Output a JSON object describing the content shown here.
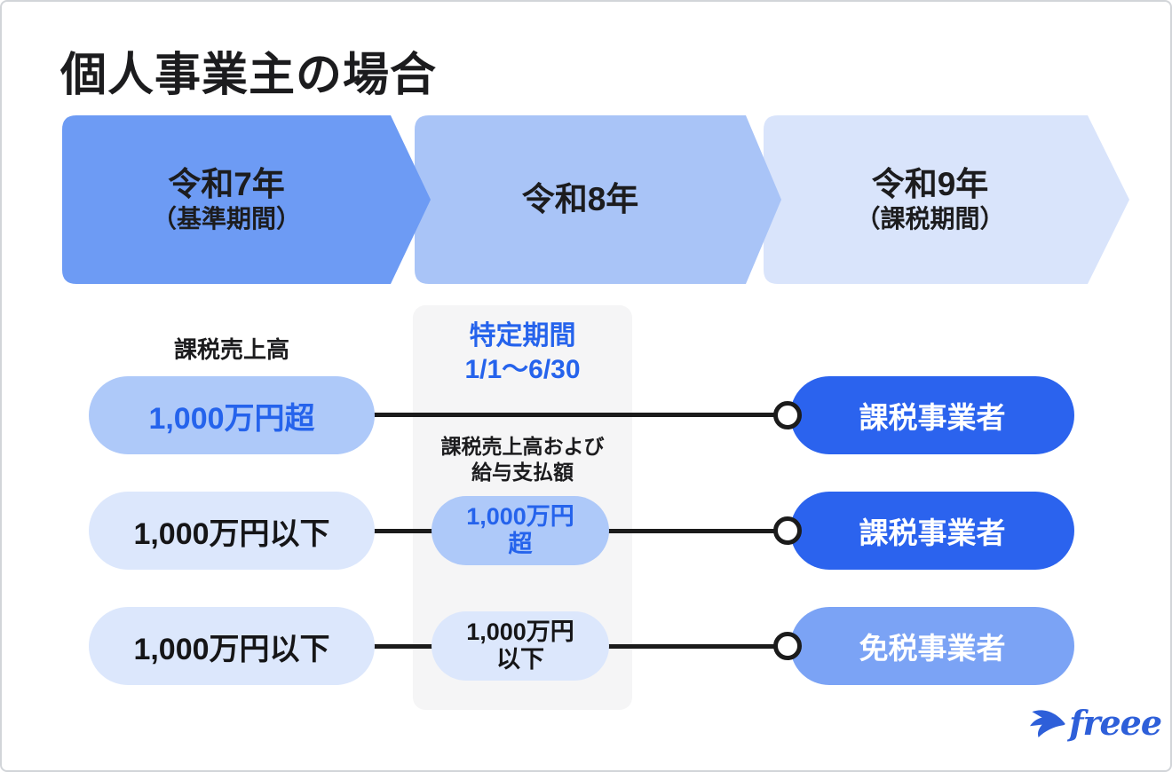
{
  "title": "個人事業主の場合",
  "timeline": {
    "stages": [
      {
        "label": "令和7年",
        "sublabel": "（基準期間）"
      },
      {
        "label": "令和8年",
        "sublabel": ""
      },
      {
        "label": "令和9年",
        "sublabel": "（課税期間）"
      }
    ]
  },
  "left_column": {
    "header": "課税売上高",
    "pills": [
      "1,000万円超",
      "1,000万円以下",
      "1,000万円以下"
    ]
  },
  "middle_column": {
    "period_title": "特定期間",
    "period_range": "1/1〜6/30",
    "criteria_line1": "課税売上高および",
    "criteria_line2": "給与支払額",
    "pills": [
      {
        "line1": "1,000万円",
        "line2": "超"
      },
      {
        "line1": "1,000万円",
        "line2": "以下"
      }
    ]
  },
  "right_column": {
    "pills": [
      "課税事業者",
      "課税事業者",
      "免税事業者"
    ]
  },
  "logo": {
    "text": "freee"
  },
  "colors": {
    "stage1_fill": "#6d9bf4",
    "stage2_fill": "#a9c4f7",
    "stage3_fill": "#d9e4fb",
    "pill_light_blue": "#aec9f9",
    "pill_pale_blue": "#dce7fc",
    "pill_vivid_blue": "#2b63ee",
    "pill_medium_blue": "#7ba3f5",
    "accent_text_blue": "#2563ec",
    "text_dark": "#1c1c1e",
    "panel_gray": "#f5f5f6",
    "connector_black": "#1b1b1b",
    "logo_blue": "#2e5fd9"
  }
}
